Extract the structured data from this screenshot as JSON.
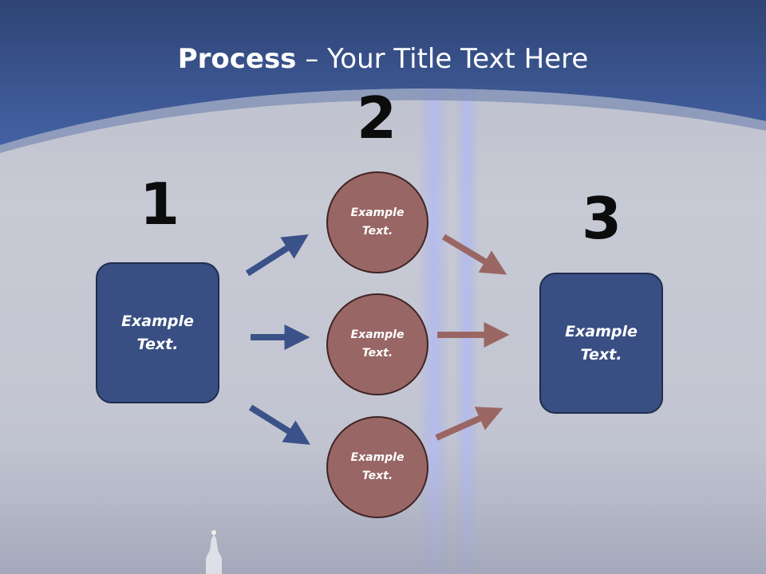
{
  "slide": {
    "title_bold": "Process",
    "title_rest": " – Your Title Text Here"
  },
  "steps": {
    "one": {
      "number": "1",
      "box_text": "Example Text."
    },
    "two": {
      "number": "2",
      "circles": [
        "Example Text.",
        "Example Text.",
        "Example Text."
      ]
    },
    "three": {
      "number": "3",
      "box_text": "Example Text."
    }
  },
  "colors": {
    "header_blue": "#3c5591",
    "box_blue": "#394f83",
    "circle_red": "#986665",
    "arrow_blue": "#3a5288",
    "arrow_red": "#9a6664"
  }
}
